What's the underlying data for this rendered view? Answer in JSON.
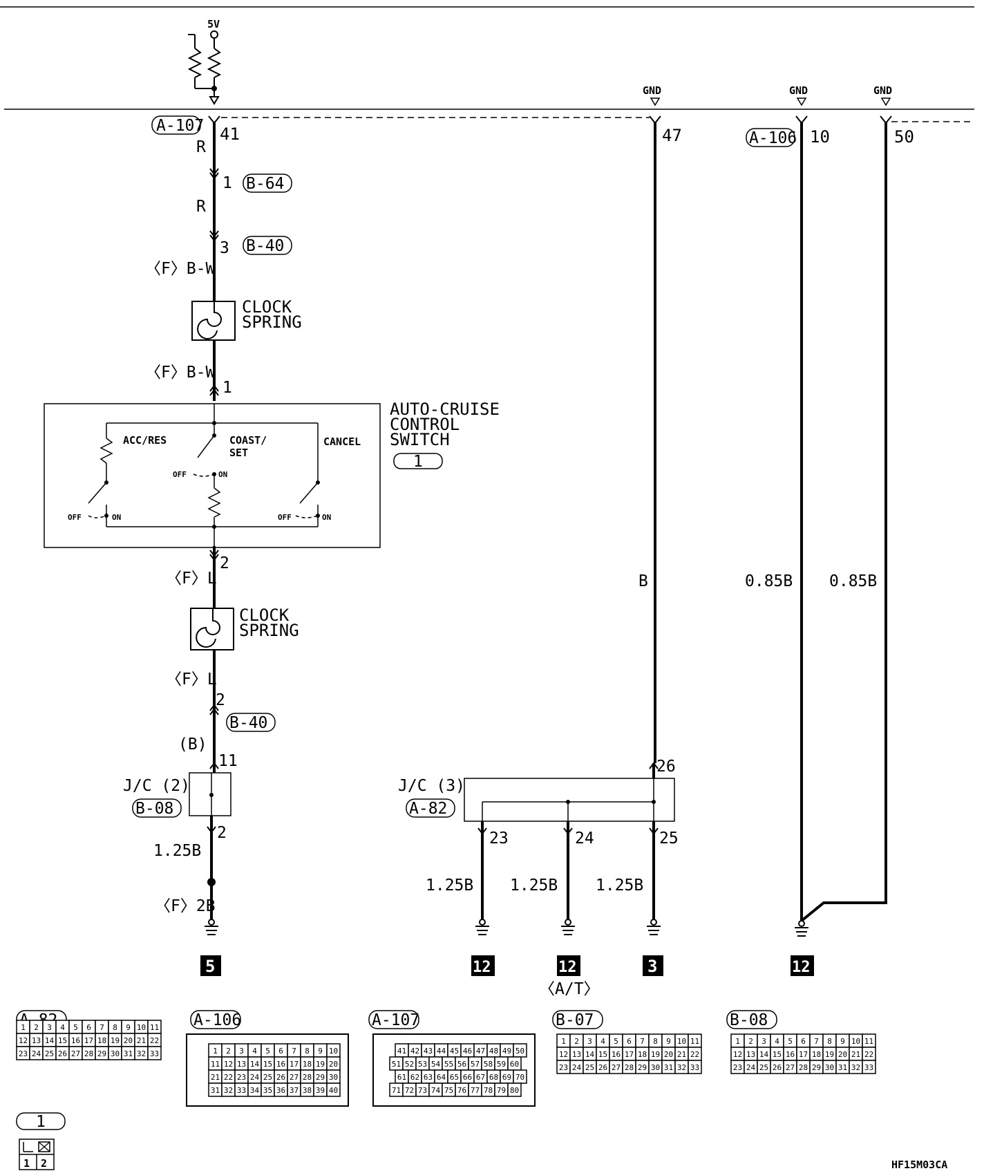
{
  "supply": "5V",
  "gnd_label": "GND",
  "upper_pins": {
    "a107": "A-107",
    "p41": "41",
    "p47": "47",
    "a106": "A-106",
    "p10": "10",
    "p50": "50"
  },
  "wires": {
    "r1": "R",
    "r2": "R",
    "fbw1": "〈F〉B-W",
    "fbw2": "〈F〉B-W",
    "fl1": "〈F〉L",
    "fl2": "〈F〉L",
    "b_paren": "(B)",
    "b": "B",
    "w085a": "0.85B",
    "w085b": "0.85B",
    "w125": "1.25B",
    "w125a": "1.25B",
    "w125b": "1.25B",
    "w125c": "1.25B",
    "f2b": "〈F〉2B"
  },
  "connectors": {
    "b64": "B-64",
    "b64_pin": "1",
    "b40a": "B-40",
    "b40a_pin": "3",
    "sw_pin1": "1",
    "sw_pin2": "2",
    "b40b": "B-40",
    "b40b_pin": "2",
    "jc2_in": "11",
    "jc2_out": "2",
    "jc3_in": "26",
    "jc3_o1": "23",
    "jc3_o2": "24",
    "jc3_o3": "25"
  },
  "clock_spring": [
    "CLOCK",
    "SPRING"
  ],
  "switch": {
    "title": [
      "AUTO-CRUISE",
      "CONTROL",
      "SWITCH"
    ],
    "ref": "1",
    "acc": "ACC/RES",
    "coast": [
      "COAST/",
      "SET"
    ],
    "cancel": "CANCEL",
    "off": "OFF",
    "on": "ON"
  },
  "jc2": {
    "name": "J/C (2)",
    "code": "B-08"
  },
  "jc3": {
    "name": "J/C (3)",
    "code": "A-82"
  },
  "grounds": [
    "5",
    "12",
    "12",
    "3",
    "12"
  ],
  "at_note": "〈A/T〉",
  "connector_views": {
    "a82": {
      "code": "A-82",
      "rows": [
        [
          "1",
          "2",
          "3",
          "4",
          "5",
          "6",
          "7",
          "8",
          "9",
          "10",
          "11"
        ],
        [
          "12",
          "13",
          "14",
          "15",
          "16",
          "17",
          "18",
          "19",
          "20",
          "21",
          "22"
        ],
        [
          "23",
          "24",
          "25",
          "26",
          "27",
          "28",
          "29",
          "30",
          "31",
          "32",
          "33"
        ]
      ]
    },
    "a106": {
      "code": "A-106",
      "rows": [
        [
          "1",
          "2",
          "3",
          "4",
          "5",
          "6",
          "7",
          "8",
          "9",
          "10"
        ],
        [
          "11",
          "12",
          "13",
          "14",
          "15",
          "16",
          "17",
          "18",
          "19",
          "20"
        ],
        [
          "21",
          "22",
          "23",
          "24",
          "25",
          "26",
          "27",
          "28",
          "29",
          "30"
        ],
        [
          "31",
          "32",
          "33",
          "34",
          "35",
          "36",
          "37",
          "38",
          "39",
          "40"
        ]
      ]
    },
    "a107": {
      "code": "A-107",
      "rows": [
        [
          "41",
          "42",
          "43",
          "44",
          "45",
          "46",
          "47",
          "48",
          "49",
          "50"
        ],
        [
          "51",
          "52",
          "53",
          "54",
          "55",
          "56",
          "57",
          "58",
          "59",
          "60"
        ],
        [
          "61",
          "62",
          "63",
          "64",
          "65",
          "66",
          "67",
          "68",
          "69",
          "70"
        ],
        [
          "71",
          "72",
          "73",
          "74",
          "75",
          "76",
          "77",
          "78",
          "79",
          "80"
        ]
      ]
    },
    "b07": {
      "code": "B-07",
      "rows": [
        [
          "1",
          "2",
          "3",
          "4",
          "5",
          "6",
          "7",
          "8",
          "9",
          "10",
          "11"
        ],
        [
          "12",
          "13",
          "14",
          "15",
          "16",
          "17",
          "18",
          "19",
          "20",
          "21",
          "22"
        ],
        [
          "23",
          "24",
          "25",
          "26",
          "27",
          "28",
          "29",
          "30",
          "31",
          "32",
          "33"
        ]
      ]
    },
    "b08": {
      "code": "B-08",
      "rows": [
        [
          "1",
          "2",
          "3",
          "4",
          "5",
          "6",
          "7",
          "8",
          "9",
          "10",
          "11"
        ],
        [
          "12",
          "13",
          "14",
          "15",
          "16",
          "17",
          "18",
          "19",
          "20",
          "21",
          "22"
        ],
        [
          "23",
          "24",
          "25",
          "26",
          "27",
          "28",
          "29",
          "30",
          "31",
          "32",
          "33"
        ]
      ]
    }
  },
  "legend": {
    "ref": "1",
    "pins": [
      "1",
      "2"
    ]
  },
  "figure_code": "HF15M03CA"
}
